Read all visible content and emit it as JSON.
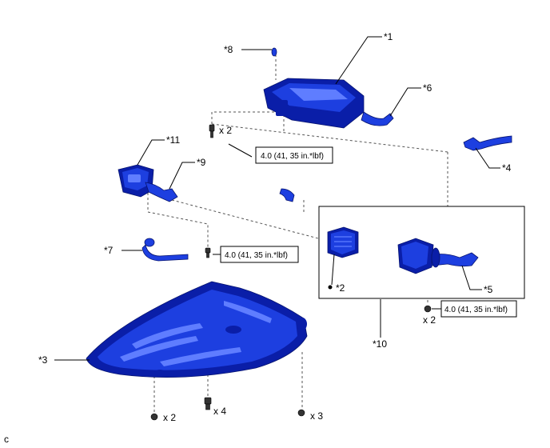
{
  "callouts": {
    "c1": "*1",
    "c3": "*3",
    "c4": "*4",
    "c5": "*5",
    "c6": "*6",
    "c7": "*7",
    "c8": "*8",
    "c9": "*9",
    "c10": "*10",
    "c11": "*11",
    "c2": "*2"
  },
  "torque": {
    "t1": "4.0 (41, 35 in.*lbf)",
    "t2": "4.0 (41, 35 in.*lbf)",
    "t3": "4.0 (41, 35 in.*lbf)"
  },
  "quantities": {
    "q_top_bolt": "x 2",
    "q_nut_right": "x 2",
    "q_bottom_left": "x 2",
    "q_bottom_mid": "x 4",
    "q_bottom_right": "x 3"
  },
  "corner_label": "c",
  "colors": {
    "part_dark": "#0a1ea8",
    "part_mid": "#1d3fe0",
    "part_light": "#5f7dff"
  }
}
